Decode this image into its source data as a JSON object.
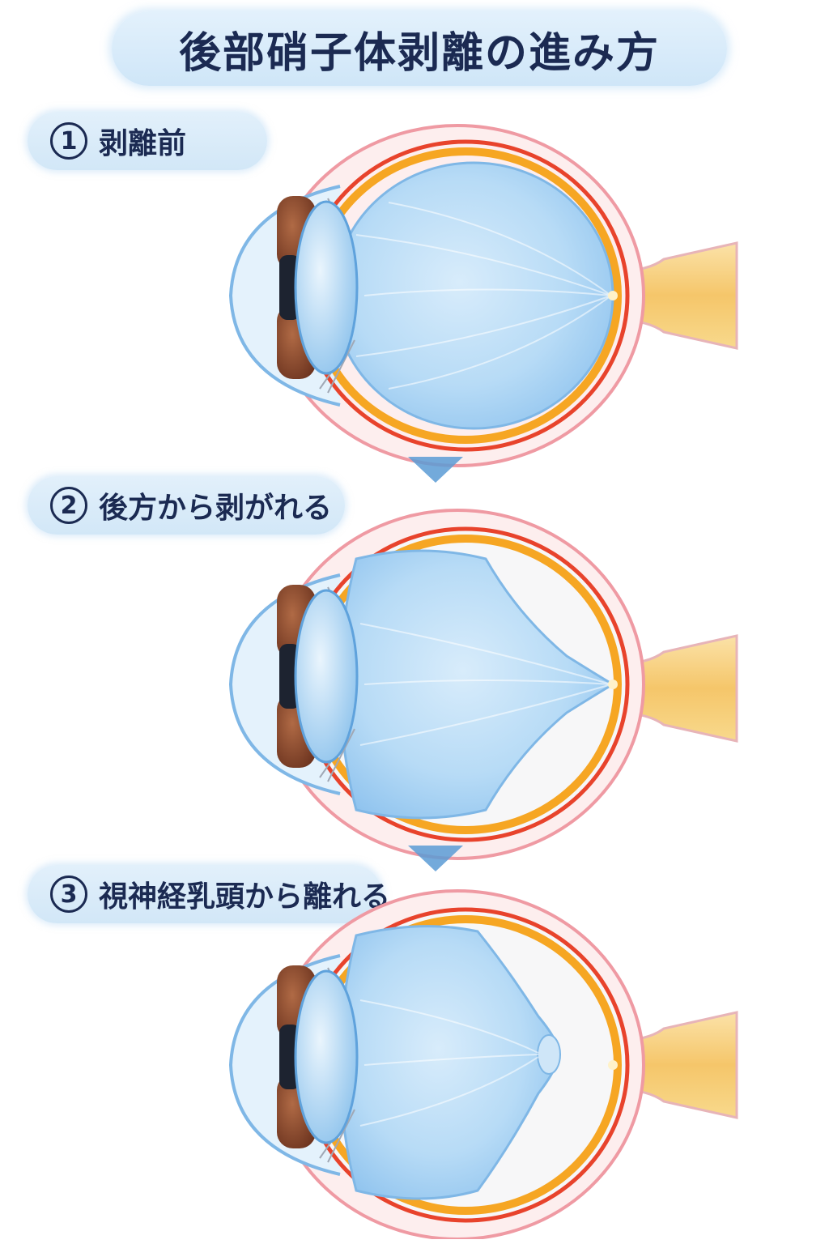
{
  "title": "後部硝子体剥離の進み方",
  "steps": [
    {
      "number": "1",
      "label": "剥離前"
    },
    {
      "number": "2",
      "label": "後方から剥がれる"
    },
    {
      "number": "3",
      "label": "視神経乳頭から離れる"
    }
  ],
  "colors": {
    "title_pill": "#d6eaf8",
    "title_text": "#1b2a52",
    "vitreous": "#a9d4f5",
    "retina_orange": "#f6a623",
    "choroid_red": "#e8432c",
    "sclera": "#f3c2c6",
    "iris": "#8a4a2e",
    "optic_nerve": "#f5c66a",
    "arrow": "#5b9bd5"
  },
  "icons": {
    "step_arrow": "triangle-down-icon"
  }
}
